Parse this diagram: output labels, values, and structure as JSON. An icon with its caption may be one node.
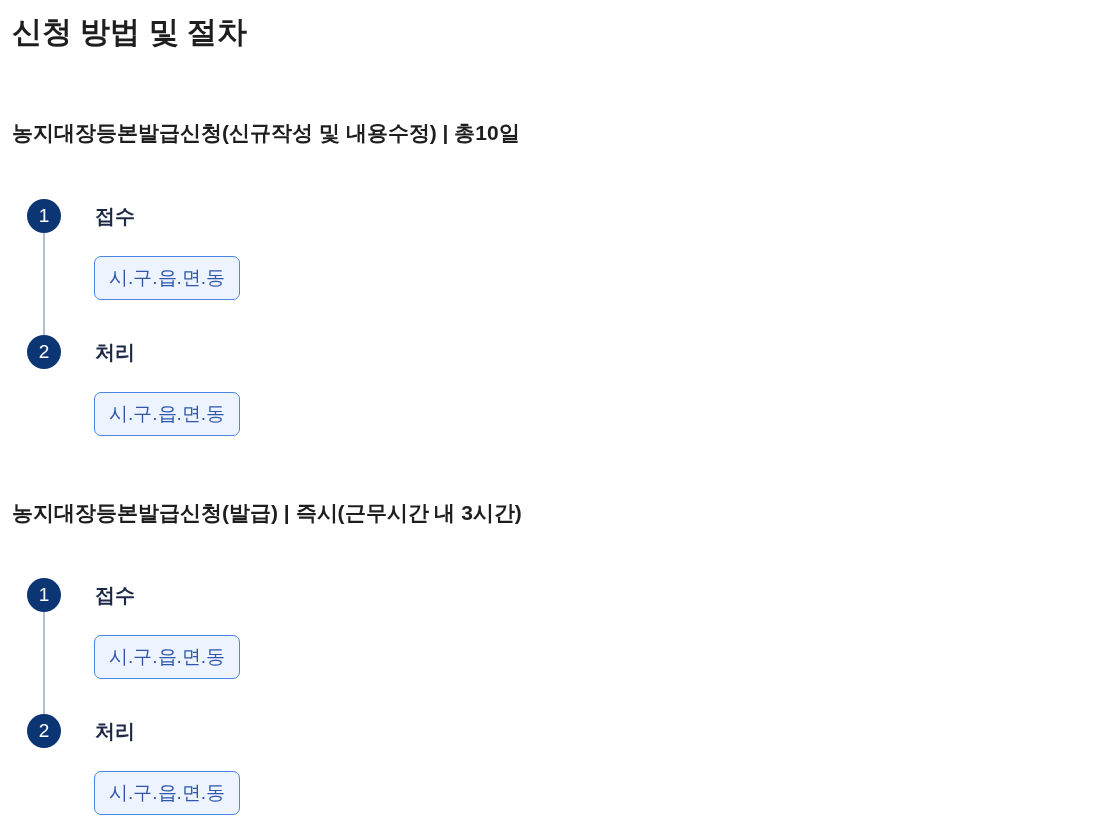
{
  "diagram": {
    "title": "신청 방법 및 절차",
    "nodes": [
      {
        "text": [
          "1"
        ],
        "beside": [
          "접수"
        ]
      },
      {
        "text": [
          "시.구.읍.면.동"
        ]
      },
      {
        "text": [
          "2"
        ],
        "beside": [
          "처리"
        ]
      },
      {
        "text": [
          "시.구.읍.면.동"
        ]
      },
      {
        "text": [
          "1"
        ],
        "beside": [
          "접수"
        ]
      },
      {
        "text": [
          "시.구.읍.면.동"
        ]
      },
      {
        "text": [
          "2"
        ],
        "beside": [
          "처리"
        ]
      },
      {
        "text": [
          "시.구.읍.면.동"
        ]
      }
    ],
    "edges": [
      {
        "from": 0,
        "to": 2,
        "arrow": "none"
      },
      {
        "from": 4,
        "to": 6,
        "arrow": "none"
      }
    ],
    "labels": [
      "농지대장등본발급신청(신규작성 및 내용수정) | 총10일",
      "농지대장등본발급신청(발급) | 즉시(근무시간 내 3시간)"
    ]
  }
}
